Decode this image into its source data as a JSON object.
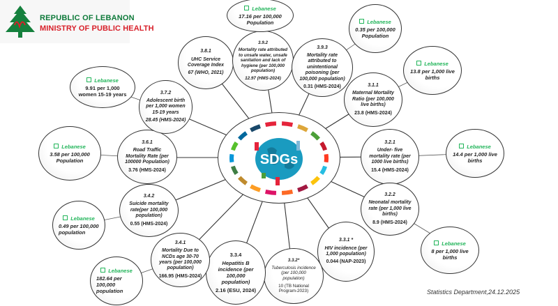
{
  "header": {
    "org_line1": "REPUBLIC OF LEBANON",
    "org_line2": "MINISTRY OF PUBLIC HEALTH"
  },
  "center": {
    "label": "SDGs"
  },
  "lebanese_label": "Lebanese",
  "indicators": {
    "i381": {
      "code": "3.8.1",
      "title": "UHC Service Coverage Index",
      "value": "67 (WHO, 2021)"
    },
    "i392": {
      "code": "3.9.2",
      "title": "Mortality rate attributed to unsafe water, unsafe sanitation and lack of hygiene (per 100,000 population)",
      "value": "12.97  (HMS-2024)"
    },
    "i393": {
      "code": "3.9.3",
      "title": "Mortality rate attributed to unintentional poisoning (per 100,000 population)",
      "value": "0.31 (HMS-2024)"
    },
    "i311": {
      "code": "3.1.1",
      "title": "Maternal Mortality Ratio (per 100,000 live births)",
      "value": "23.8 (HMS-2024)"
    },
    "i321": {
      "code": "3.2.1",
      "title": "Under- five mortality rate (per 1000 live births)",
      "value": "15.4 (HMS-2024)"
    },
    "i322": {
      "code": "3.2.2",
      "title": "Neonatal mortality rate (per 1,000 live births)",
      "value": "8.9 (HMS-2024)"
    },
    "i331": {
      "code": "3.3.1 *",
      "title": "HIV incidence (per 1,000 population)",
      "value": "0.044  (NAP-2023)"
    },
    "i332": {
      "code": "3.3.2*",
      "title": "Tuberculosis incidence (per 100,000 population)",
      "value": "10 (TB National Program-2023)"
    },
    "i334": {
      "code": "3.3.4",
      "title": "Hepatitis B incidence (per 100,000 population)",
      "value": "2.16 (ESU, 2024)"
    },
    "i341": {
      "code": "3.4.1",
      "title": "Mortality Due to NCDs age 30-70 years (per 100,000 population)",
      "value": "166.95 (HMS-2024)"
    },
    "i342": {
      "code": "3.4.2",
      "title": "Suicide mortality rate(per 100,000 population)",
      "value": "0.55 (HMS-2024)"
    },
    "i361": {
      "code": "3.6.1",
      "title": "Road Traffic Mortality Rate (per 100000 Population)",
      "value": "3.76 (HMS-2024)"
    },
    "i372": {
      "code": "3.7.2",
      "title": "Adolescent birth per 1,000 women 15-19 years",
      "value": "28.45 (HMS-2024)"
    }
  },
  "lebanese": {
    "l392": "17.16 per 100,000 Population",
    "l393": "0.35 per 100,000 Population",
    "l311": "13.8 per 1,000 live births",
    "l321": "14.4 per 1,000 live births",
    "l322": "8 per 1,000 live births",
    "l341": "182.64 per 100,000 population",
    "l342": "0.49 per 100,000 population",
    "l361": "3.58 per 100,000 Population",
    "l372": "9.91 per 1,000 women 15-19 years"
  },
  "footer": "Statistics Department,24.12.2025",
  "colors": {
    "lebanese": "#22b55a",
    "logo_green": "#0e7a3a",
    "logo_red": "#d8202a",
    "globe": "#1a9bc0"
  }
}
